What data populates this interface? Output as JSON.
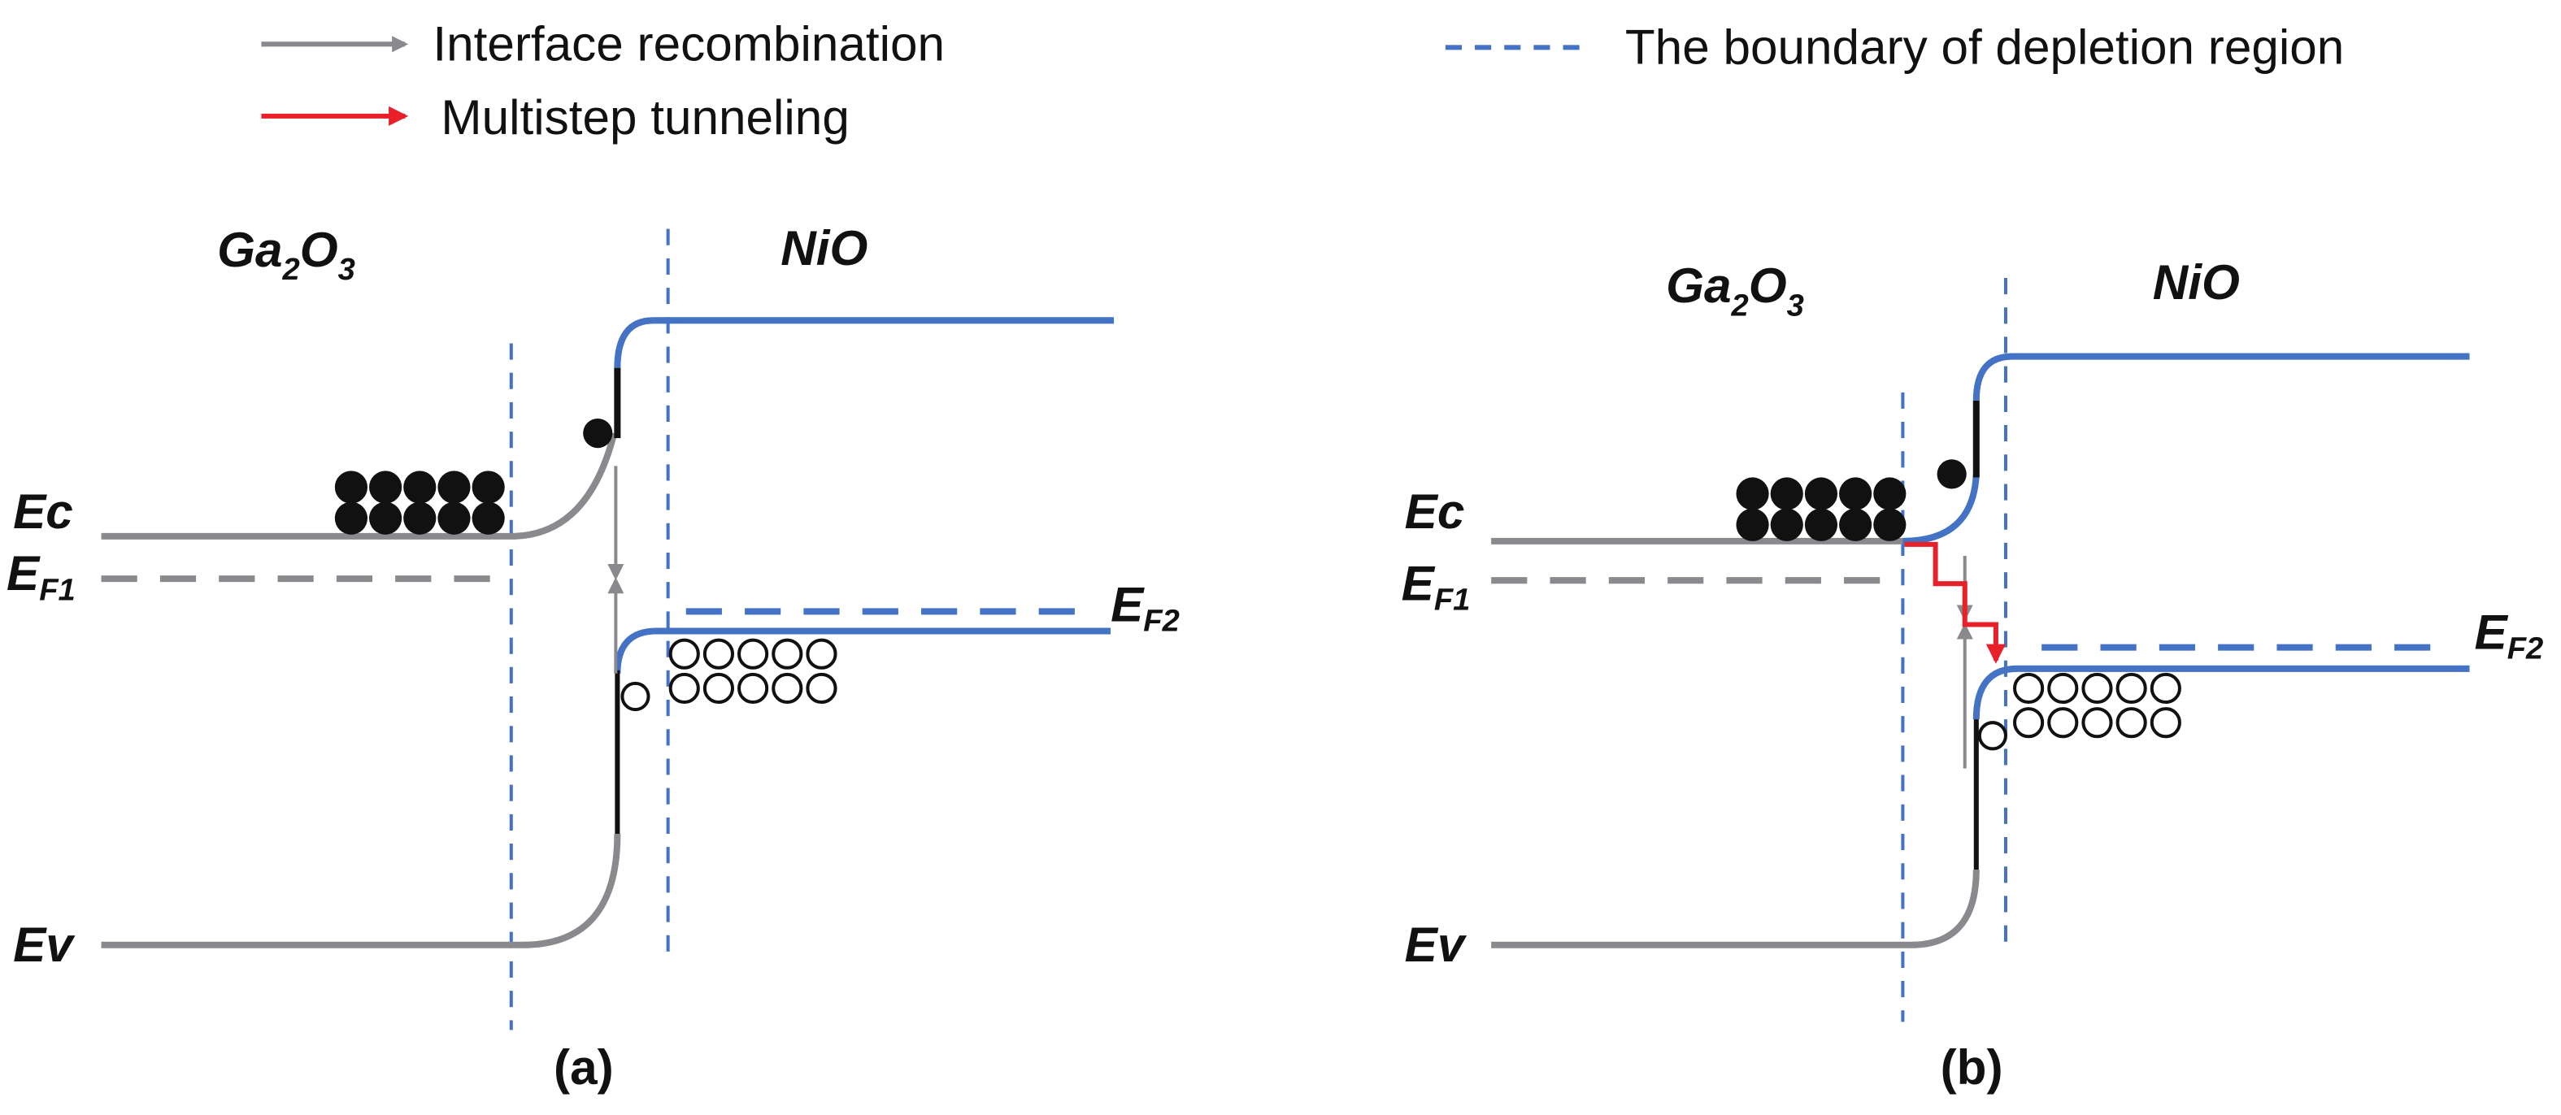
{
  "legend": {
    "items": [
      {
        "label": "Interface recombination",
        "symbol": "arrow",
        "color": "#8a8a8e"
      },
      {
        "label": "Multistep tunneling",
        "symbol": "arrow",
        "color": "#e8202a"
      },
      {
        "label": "The boundary of depletion region",
        "symbol": "dashed-line",
        "color": "#4472c4"
      }
    ]
  },
  "colors": {
    "gray_band": "#8a8a8e",
    "blue_band": "#4472c4",
    "black_segment": "#111111",
    "tunneling": "#e8202a"
  },
  "panels": [
    {
      "id": "a",
      "caption": "(a)",
      "left_material": {
        "base": "Ga",
        "sub1": "2",
        "mid": "O",
        "sub2": "3"
      },
      "right_material": "NiO",
      "levels": {
        "ec": {
          "base": "E",
          "rest": "c"
        },
        "ef1": {
          "base": "E",
          "sub": "F1"
        },
        "ev": {
          "base": "E",
          "rest": "v"
        },
        "ef2": {
          "base": "E",
          "sub": "F2"
        }
      },
      "electrons_count": 10,
      "holes_count": 10,
      "mechanisms": [
        "Interface recombination"
      ]
    },
    {
      "id": "b",
      "caption": "(b)",
      "left_material": {
        "base": "Ga",
        "sub1": "2",
        "mid": "O",
        "sub2": "3"
      },
      "right_material": "NiO",
      "levels": {
        "ec": {
          "base": "E",
          "rest": "c"
        },
        "ef1": {
          "base": "E",
          "sub": "F1"
        },
        "ev": {
          "base": "E",
          "rest": "v"
        },
        "ef2": {
          "base": "E",
          "sub": "F2"
        }
      },
      "electrons_count": 10,
      "holes_count": 10,
      "mechanisms": [
        "Interface recombination",
        "Multistep tunneling"
      ]
    }
  ]
}
